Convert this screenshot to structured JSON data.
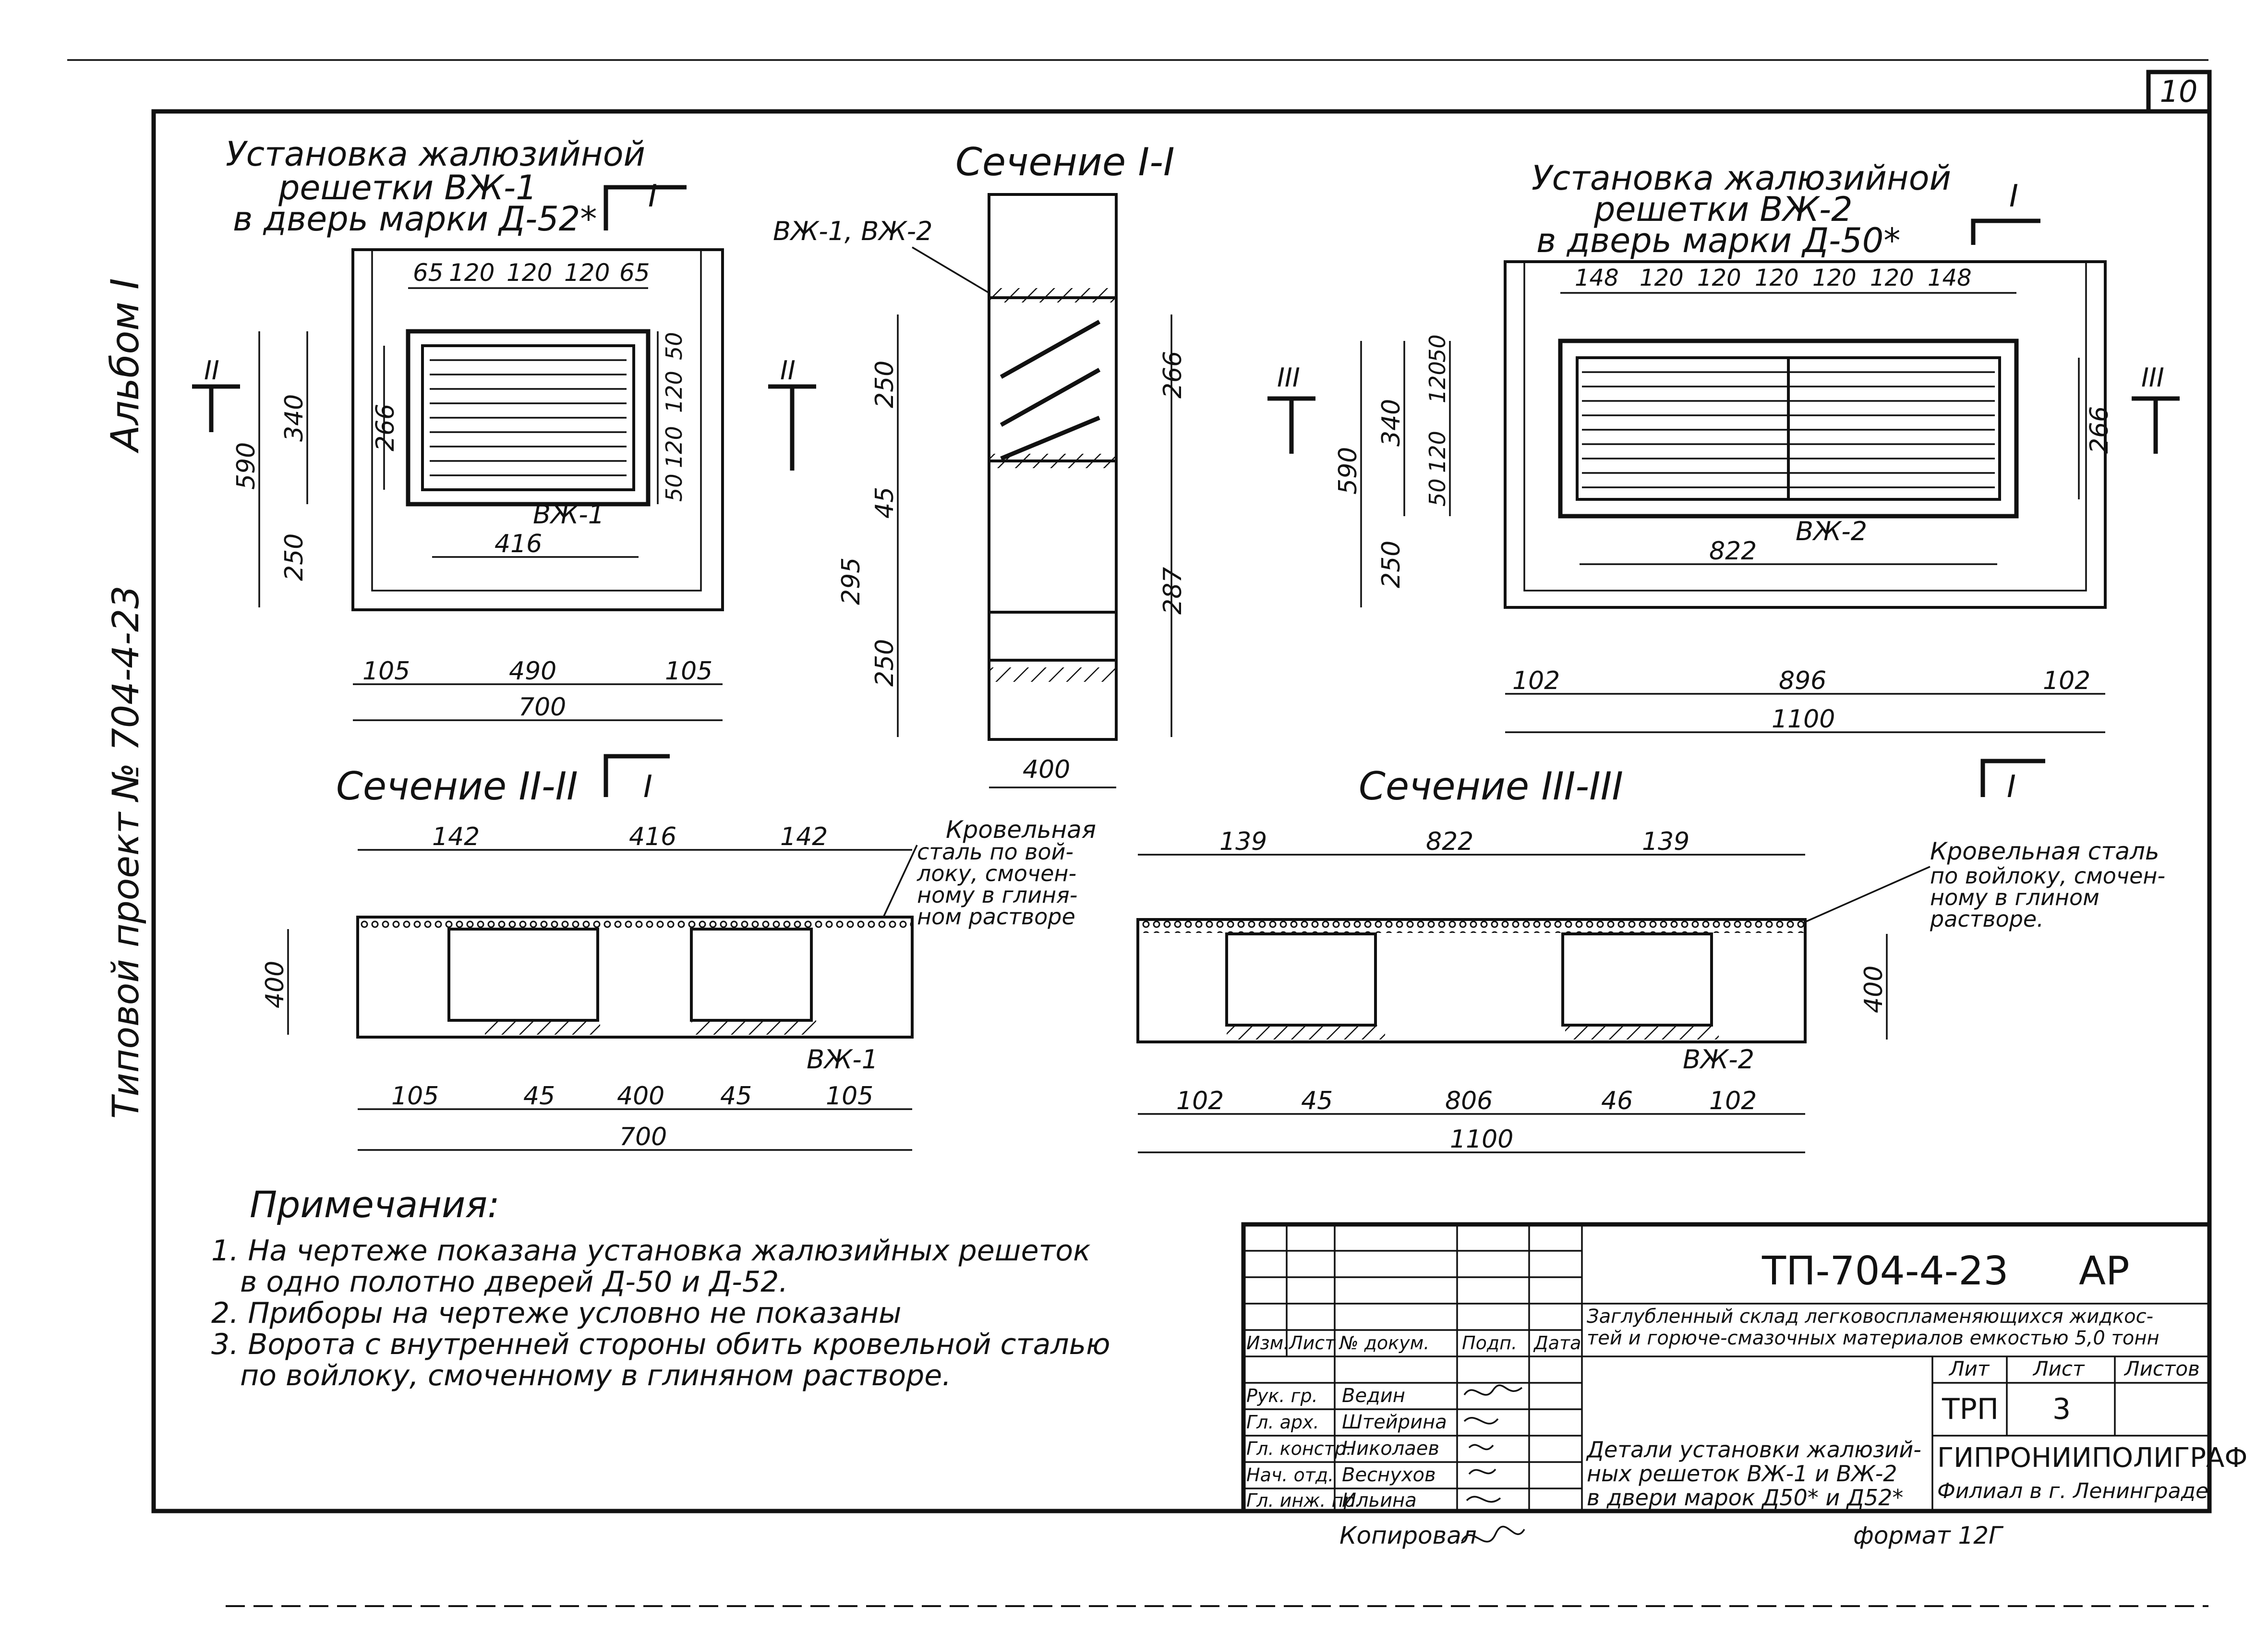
{
  "sheet": {
    "page_number": "10",
    "album": "Альбом I",
    "project": "Типовой проект № 704-4-23"
  },
  "views": {
    "vzh1_title": [
      "Установка жалюзийной",
      "решетки ВЖ-1",
      "в дверь марки Д-52*"
    ],
    "vzh2_title": [
      "Установка жалюзийной",
      "решетки ВЖ-2",
      "в дверь марки Д-50*"
    ],
    "section_1": "Сечение I-I",
    "section_2": "Сечение II-II",
    "section_3": "Сечение III-III",
    "section_1_label": "ВЖ-1, ВЖ-2"
  },
  "marks": {
    "I": "I",
    "II": "II",
    "III": "III",
    "vzh1": "ВЖ-1",
    "vzh2": "ВЖ-2"
  },
  "callouts": {
    "roof_steel_left": [
      "Кровельная",
      "сталь по вой-",
      "локу, смочен-",
      "ному в глиня-",
      "ном растворе"
    ],
    "roof_steel_right": [
      "Кровельная сталь",
      "по войлоку, смочен-",
      "ному в глином",
      "растворе."
    ]
  },
  "dims": {
    "d65": "65",
    "d120": "120",
    "d590": "590",
    "d340": "340",
    "d250": "250",
    "d266": "266",
    "d50": "50",
    "d416": "416",
    "d105": "105",
    "d490": "490",
    "d700": "700",
    "d295": "295",
    "d45": "45",
    "d287": "287",
    "d400": "400",
    "d148": "148",
    "d822": "822",
    "d102": "102",
    "d896": "896",
    "d1100": "1100",
    "d142": "142",
    "d139": "139",
    "d806": "806",
    "d46": "46"
  },
  "notes": {
    "heading": "Примечания:",
    "items": [
      "1. На чертеже показана установка жалюзийных решеток",
      "в одно полотно дверей Д-50 и Д-52.",
      "2. Приборы на чертеже условно не показаны",
      "3. Ворота с внутренней стороны обить кровельной сталью",
      "по войлоку, смоченному в глиняном растворе."
    ]
  },
  "title_block": {
    "code": "ТП-704-4-23",
    "section_code": "АР",
    "object_name": [
      "Заглубленный склад легковоспламеняющихся жидкос-",
      "тей и горюче-смазочных материалов емкостью 5,0 тонн"
    ],
    "headers": [
      "Изм.",
      "Лист",
      "№ докум.",
      "Подп.",
      "Дата"
    ],
    "stage_headers": [
      "Лит",
      "Лист",
      "Листов"
    ],
    "stage": "ТРП",
    "sheet": "3",
    "sheets_total": "",
    "drawing_title": [
      "Детали установки жалюзий-",
      "ных решеток ВЖ-1 и ВЖ-2",
      "в двери марок Д50* и Д52*"
    ],
    "organization": "ГИПРОНИИПОЛИГРАФ",
    "branch": "Филиал в г. Ленинграде",
    "signers": [
      {
        "role": "Рук. гр.",
        "name": "Ведин"
      },
      {
        "role": "Гл. арх.",
        "name": "Штейрина"
      },
      {
        "role": "Гл. констр.",
        "name": "Николаев"
      },
      {
        "role": "Нач. отд.",
        "name": "Веснухов"
      },
      {
        "role": "Гл. инж. пр.",
        "name": "Ильина"
      }
    ],
    "copied": "Копировал",
    "format": "формат 12Г"
  }
}
